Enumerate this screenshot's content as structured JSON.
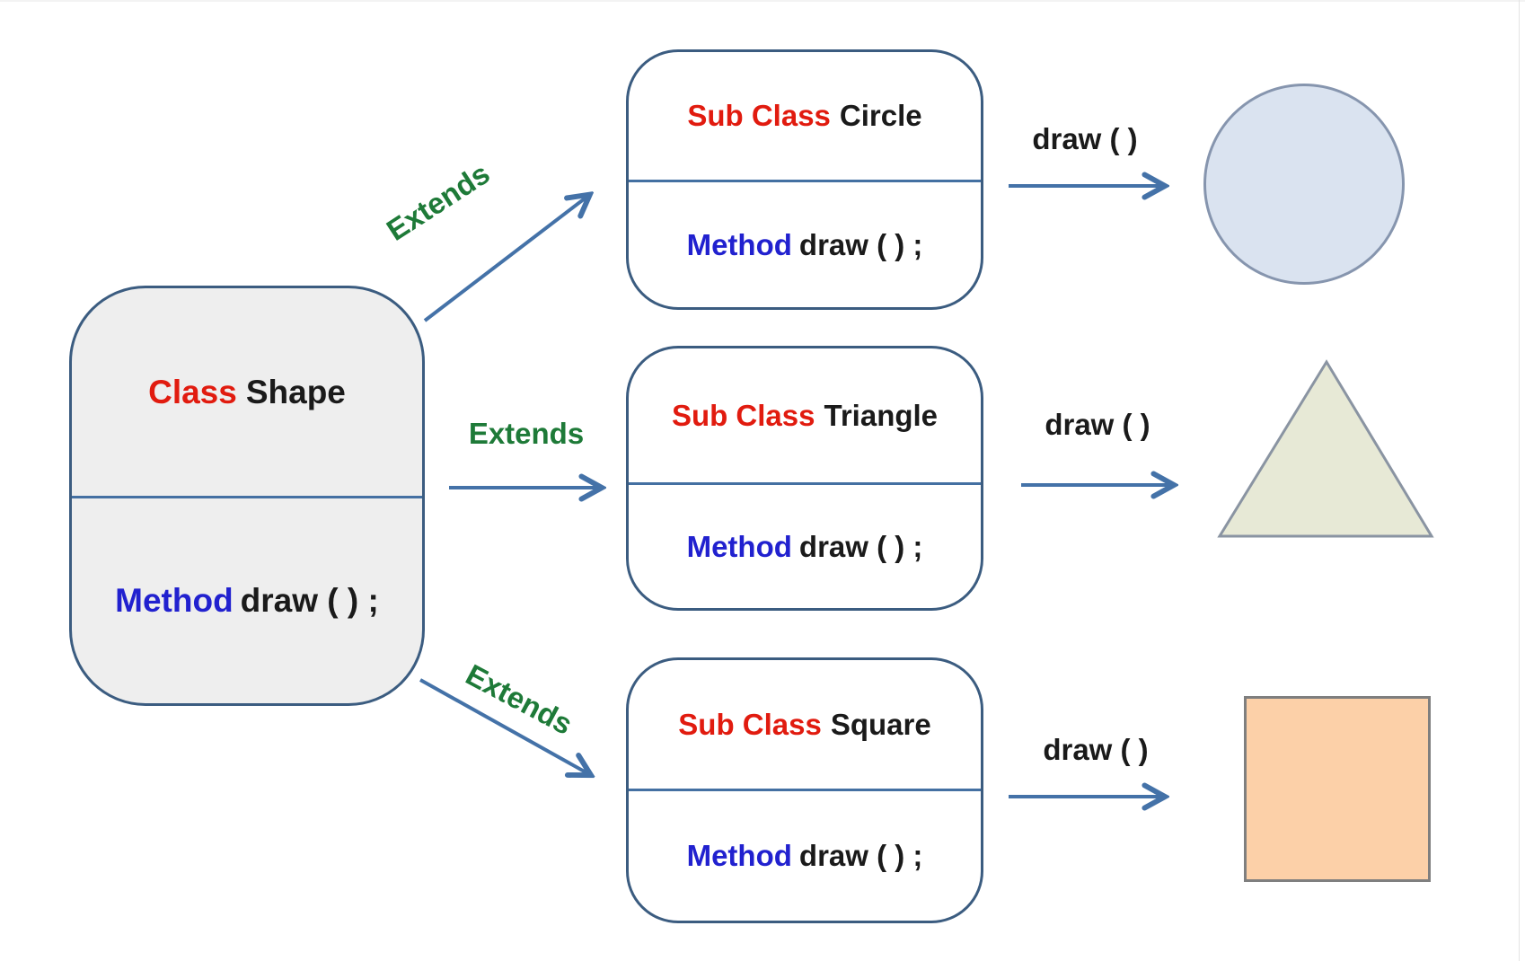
{
  "main_class": {
    "keyword": "Class",
    "name": "Shape",
    "method_keyword": "Method",
    "method_signature": "draw ( ) ;"
  },
  "subclasses": [
    {
      "keyword": "Sub Class",
      "name": "Circle",
      "method_keyword": "Method",
      "method_signature": "draw ( ) ;",
      "extends_label": "Extends",
      "draw_label": "draw ( )",
      "result_shape": "circle"
    },
    {
      "keyword": "Sub Class",
      "name": "Triangle",
      "method_keyword": "Method",
      "method_signature": "draw ( ) ;",
      "extends_label": "Extends",
      "draw_label": "draw ( )",
      "result_shape": "triangle"
    },
    {
      "keyword": "Sub Class",
      "name": "Square",
      "method_keyword": "Method",
      "method_signature": "draw ( ) ;",
      "extends_label": "Extends",
      "draw_label": "draw ( )",
      "result_shape": "square"
    }
  ],
  "colors": {
    "keyword_red": "#e11b0f",
    "method_blue": "#2121cf",
    "extends_green": "#1e7a38",
    "arrow_blue": "#4472a8",
    "box_border_blue": "#3b5c80",
    "main_box_fill": "#eeeeee",
    "sub_box_fill": "#ffffff",
    "circle_fill": "#dae3f0",
    "circle_border": "#8695ae",
    "triangle_fill": "#e7e9d6",
    "triangle_border": "#8a94a2",
    "square_fill": "#fcd0a8",
    "square_border": "#7f7f7f"
  }
}
